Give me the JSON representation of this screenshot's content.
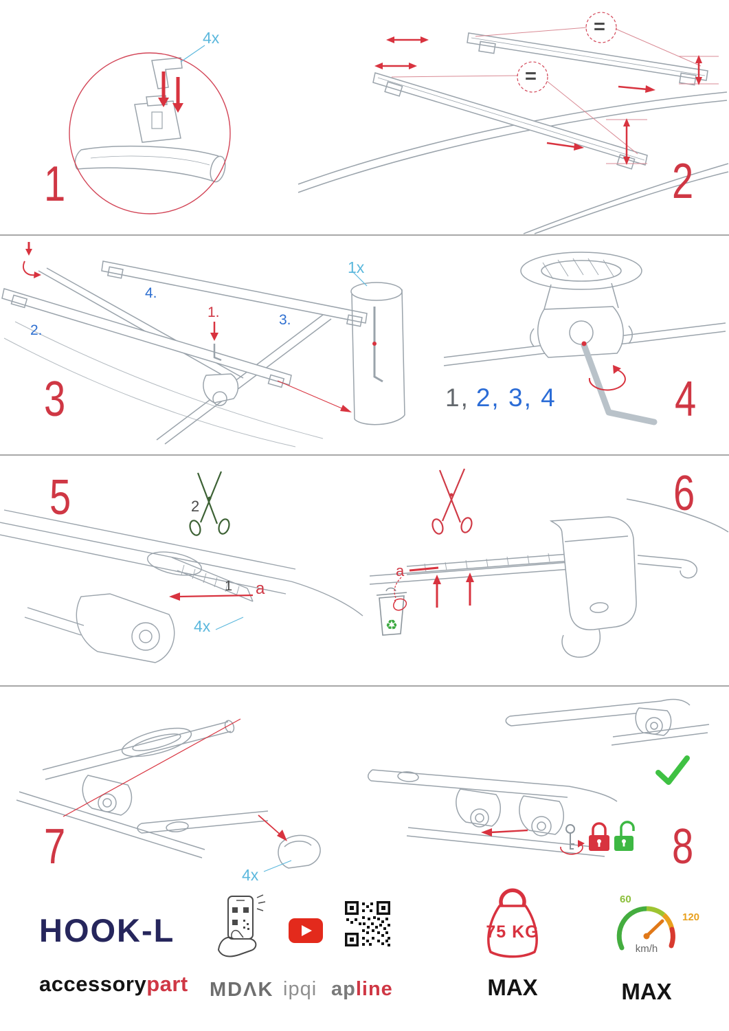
{
  "steps": {
    "s1": {
      "number": "1",
      "qty": "4x"
    },
    "s2": {
      "number": "2",
      "equal_top": "=",
      "equal_mid": "="
    },
    "s3": {
      "number": "3",
      "qty": "1x",
      "sub1": "1.",
      "sub2": "2.",
      "sub3": "3.",
      "sub4": "4."
    },
    "s4": {
      "number": "4",
      "seq_done": "1,",
      "seq_remaining": "2, 3, 4"
    },
    "s5": {
      "number": "5",
      "cut_label": "2",
      "pull_label": "1",
      "strap_label": "a",
      "qty": "4x"
    },
    "s6": {
      "number": "6",
      "strap_label": "a"
    },
    "s7": {
      "number": "7",
      "qty": "4x"
    },
    "s8": {
      "number": "8"
    }
  },
  "icons": {
    "recycle": "♻"
  },
  "footer": {
    "product_name": "HOOK-L",
    "brand_left": "accessory",
    "brand_right": "part",
    "logo_mdak": "MDΛK",
    "logo_ipqi": "ipqi",
    "logo_apline_left": "ap",
    "logo_apline_right": "line",
    "weight_value": "75 KG",
    "weight_max": "MAX",
    "speed_low": "60",
    "speed_high": "120",
    "speed_unit": "km/h",
    "speed_max": "MAX"
  },
  "colors": {
    "step_red": "#cf3744",
    "label_blue": "#2e6fd0",
    "qty_blue": "#5cb8dd",
    "line_gray": "#9aa3ab",
    "green": "#3fc143",
    "navy": "#26265c",
    "youtube_red": "#e32a1c"
  }
}
